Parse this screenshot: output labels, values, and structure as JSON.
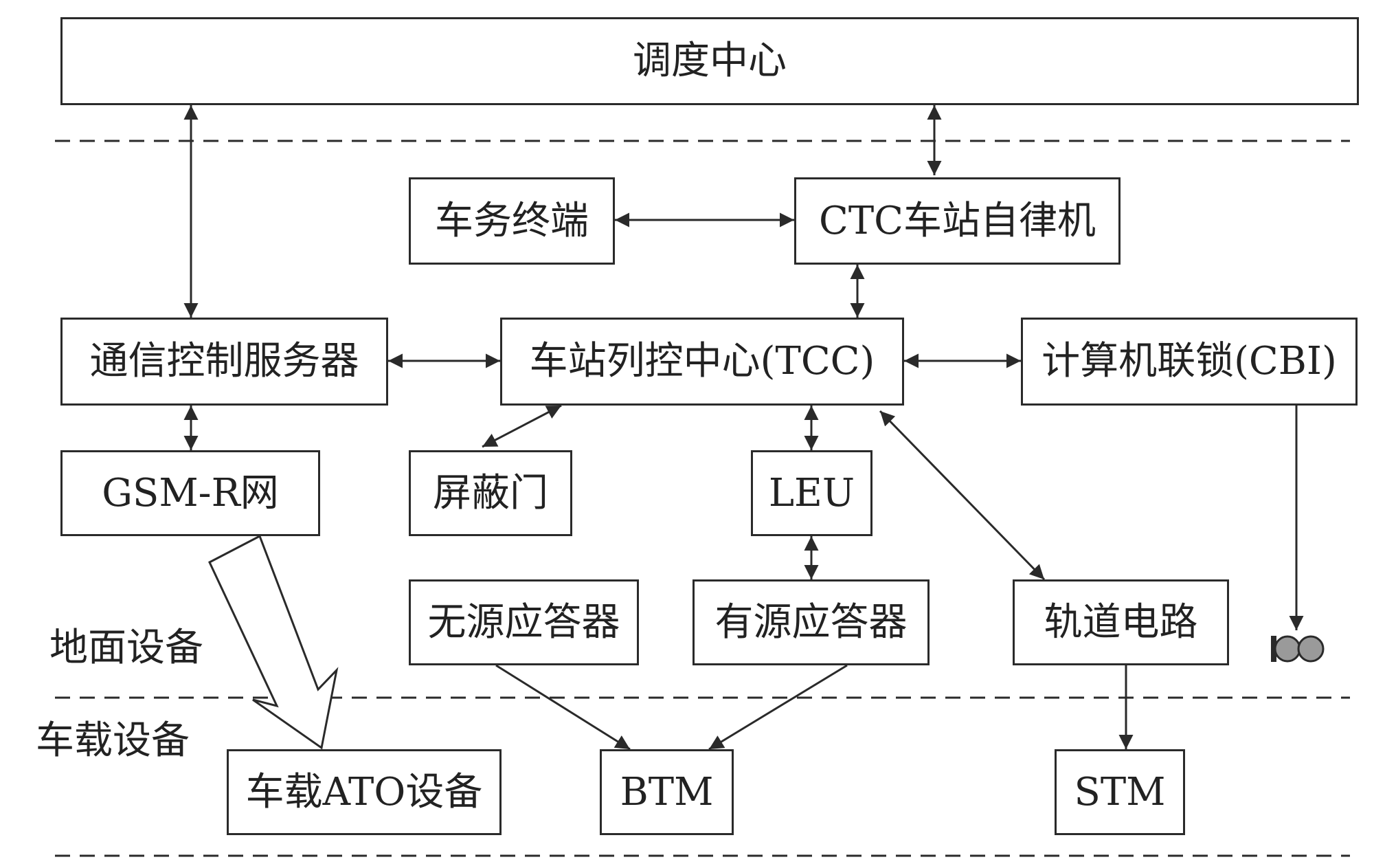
{
  "nodes": {
    "dispatch_center": "调度中心",
    "duty_terminal": "车务终端",
    "ctc_autonomous": "CTC车站自律机",
    "comm_server": "通信控制服务器",
    "tcc": "车站列控中心(TCC)",
    "cbi": "计算机联锁(CBI)",
    "gsmr": "GSM-R网",
    "screen_door": "屏蔽门",
    "leu": "LEU",
    "passive_balise": "无源应答器",
    "active_balise": "有源应答器",
    "track_circuit": "轨道电路",
    "ato": "车载ATO设备",
    "btm": "BTM",
    "stm": "STM"
  },
  "zones": {
    "ground": "地面设备",
    "onboard": "车载设备"
  },
  "colors": {
    "line": "#2a2a2a",
    "signal_fill": "#9a9a9a"
  },
  "icons": {
    "signal": "signal-light-icon"
  }
}
